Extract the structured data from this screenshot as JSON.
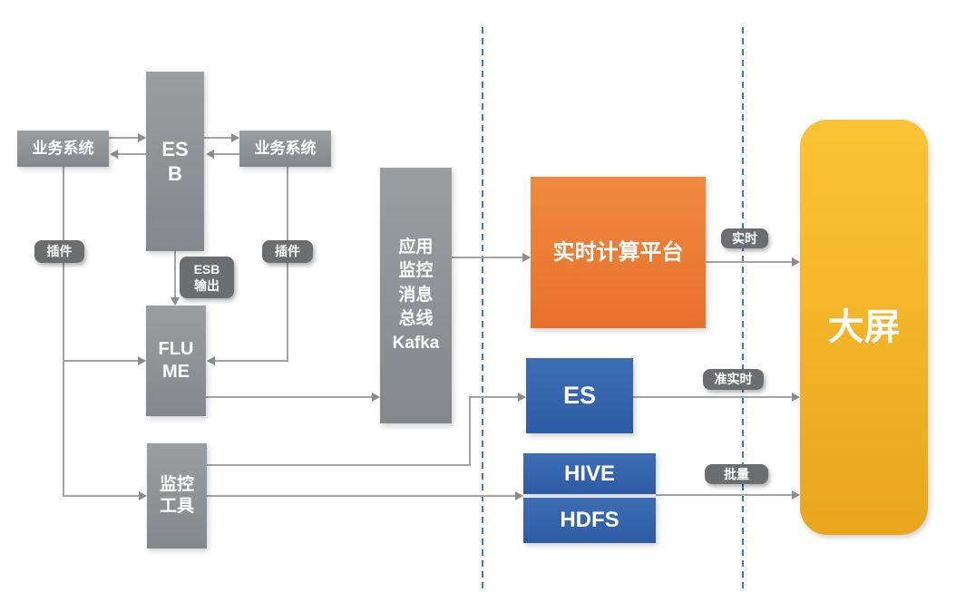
{
  "nodes": {
    "biz_system_left": {
      "label": "业务系统"
    },
    "biz_system_right": {
      "label": "业务系统"
    },
    "esb": {
      "label": "ES\nB"
    },
    "flume": {
      "label": "FLU\nME"
    },
    "monitor_tools": {
      "label": "监控\n工具"
    },
    "kafka_bus": {
      "label": "应用\n监控\n消息\n总线\nKafka"
    },
    "realtime_platform": {
      "label": "实时计算平台"
    },
    "es": {
      "label": "ES"
    },
    "hive": {
      "label": "HIVE"
    },
    "hdfs": {
      "label": "HDFS"
    },
    "big_screen": {
      "label": "大屏"
    }
  },
  "badges": {
    "plugin_left": {
      "label": "插件"
    },
    "plugin_right": {
      "label": "插件"
    },
    "esb_output": {
      "label": "ESB\n输出"
    },
    "realtime": {
      "label": "实时"
    },
    "near_realtime": {
      "label": "准实时"
    },
    "batch": {
      "label": "批量"
    }
  },
  "colors": {
    "node_gray": "#8f9396",
    "badge_gray": "#6b6d6f",
    "platform_orange": "#ed7d31",
    "storage_blue": "#3465ad",
    "screen_yellow": "#f5b324",
    "separator_blue": "#4579a8",
    "connector_gray": "#a4a4a4"
  }
}
